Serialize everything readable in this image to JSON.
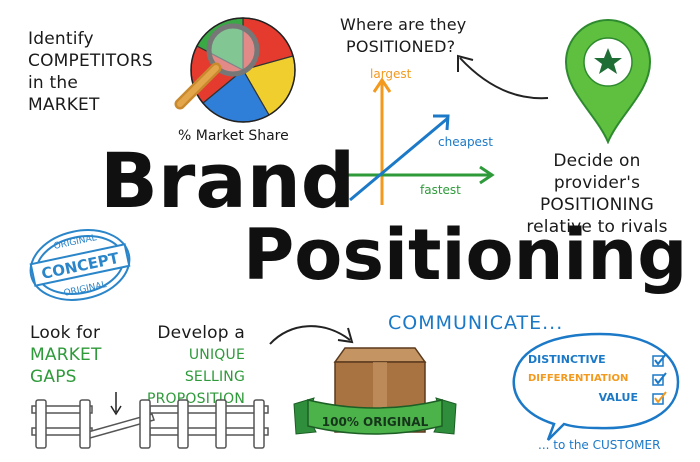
{
  "identify": {
    "line1": "Identify",
    "line2": "COMPETITORS",
    "line3": "in the",
    "line4": "MARKET"
  },
  "market_share_label": "% Market Share",
  "where": {
    "line1": "Where are they",
    "line2": "POSITIONED?"
  },
  "axes": {
    "largest": "largest",
    "cheapest": "cheapest",
    "fastest": "fastest"
  },
  "decide": {
    "line1": "Decide on provider's",
    "line2": "POSITIONING",
    "line3": "relative to rivals"
  },
  "title": {
    "line1": "Brand",
    "line2": "Positioning"
  },
  "stamp": {
    "top": "ORIGINAL",
    "middle": "CONCEPT",
    "bottom": "ORIGINAL"
  },
  "gaps": {
    "line1": "Look for",
    "line2": "MARKET",
    "line3": "GAPS"
  },
  "usp": {
    "line1": "Develop a",
    "line2": "UNIQUE SELLING",
    "line3": "PROPOSITION"
  },
  "communicate": "COMMUNICATE...",
  "box_banner": "100% ORIGINAL",
  "bubble": {
    "item1": "DISTINCTIVE",
    "item2": "DIFFERENTIATION",
    "item3": "VALUE"
  },
  "customer": "... to the CUSTOMER",
  "colors": {
    "green": "#2e9a3a",
    "blue": "#1b79c7",
    "orange": "#f39a1e",
    "pin": "#5fc040"
  }
}
